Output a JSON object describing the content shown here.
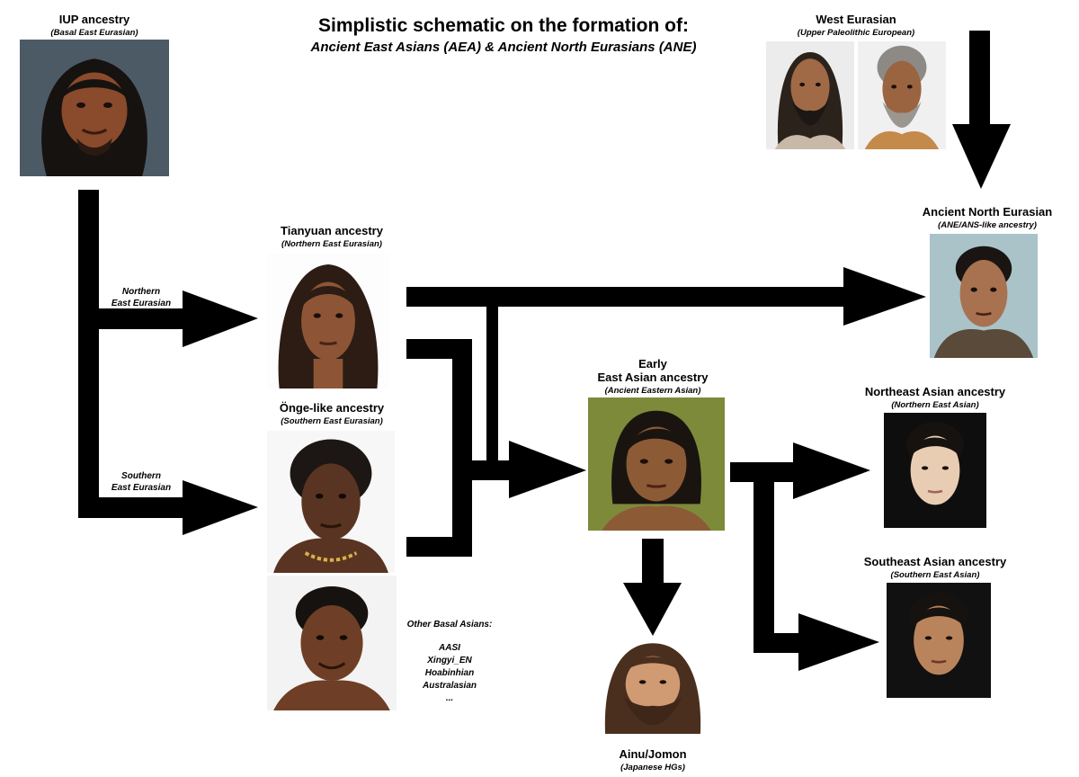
{
  "title": {
    "main": "Simplistic schematic on the formation of:",
    "subtitle": "Ancient East Asians (AEA) & Ancient North Eurasians (ANE)"
  },
  "nodes": {
    "iup": {
      "title": "IUP ancestry",
      "subtitle": "(Basal East Eurasian)"
    },
    "west_eurasian": {
      "title": "West Eurasian",
      "subtitle": "(Upper Paleolithic European)"
    },
    "ane": {
      "title": "Ancient North Eurasian",
      "subtitle": "(ANE/ANS-like ancestry)"
    },
    "tianyuan": {
      "title": "Tianyuan ancestry",
      "subtitle": "(Northern East Eurasian)"
    },
    "onge": {
      "title": "Önge-like ancestry",
      "subtitle": "(Southern East Eurasian)"
    },
    "early_east_asian": {
      "title_line1": "Early",
      "title_line2": "East Asian ancestry",
      "subtitle": "(Ancient Eastern Asian)"
    },
    "northeast_asian": {
      "title": "Northeast Asian ancestry",
      "subtitle": "(Northern East Asian)"
    },
    "southeast_asian": {
      "title": "Southeast Asian ancestry",
      "subtitle": "(Southern East Asian)"
    },
    "ainu_jomon": {
      "title": "Ainu/Jomon",
      "subtitle": "(Japanese HGs)"
    },
    "other_basal": {
      "title": "Other Basal Asians:",
      "items": [
        "AASI",
        "Xingyi_EN",
        "Hoabinhian",
        "Australasian",
        "..."
      ]
    }
  },
  "edge_labels": {
    "northern": {
      "line1": "Northern",
      "line2": "East Eurasian"
    },
    "southern": {
      "line1": "Southern",
      "line2": "East Eurasian"
    }
  },
  "colors": {
    "arrow": "#000000",
    "background": "#ffffff",
    "skin_dark": "#6b3b22",
    "skin_medium": "#a8724c",
    "skin_light": "#e3c3a5",
    "hair_black": "#161210",
    "hair_grey": "#8d8a86",
    "hair_brown": "#4a2f1e"
  },
  "icons": {
    "portrait": "face-portrait-icon",
    "arrow": "thick-arrow-icon"
  }
}
